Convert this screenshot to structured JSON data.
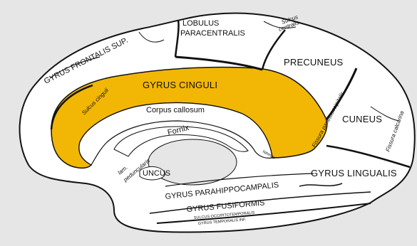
{
  "title": "",
  "colors": {
    "background": "#e6e6e6",
    "brain_fill": "#ffffff",
    "highlight": "#f2b705",
    "outline": "#111111"
  },
  "labels": {
    "gyrus_frontalis_sup": "GYRUS FRONTALIS SUP.",
    "lobulus_paracentralis_1": "LOBULUS",
    "lobulus_paracentralis_2": "PARACENTRALIS",
    "sulcus_centralis_1": "Sulcus",
    "sulcus_centralis_2": "centralis",
    "precuneus": "PRECUNEUS",
    "gyrus_cinguli": "GYRUS CINGULI",
    "sulcus_cinguli": "Sulcus cinguli",
    "fissura_parietooccipitalis": "Fissura parietooccipitalis",
    "corpus_callosum": "Corpus callosum",
    "cuneus": "CUNEUS",
    "fornix": "Fornix",
    "fissura_calcarina": "Fissura calcarina",
    "isthmus": "Isthmus",
    "lam_peduncularis_1": "lam.",
    "lam_peduncularis_2": "peduncularis",
    "uncus": "UNCUS",
    "gyrus_lingualis": "GYRUS LINGUALIS",
    "gyrus_parahippocampalis": "GYRUS PARAHIPPOCAMPALIS",
    "gyrus_fusiformis": "GYRUS FUSIFORMIS",
    "sulcus_temporalis_inf": "SULCUS OCCIPITOTEMPORALIS",
    "gyrus_temporalis_inf": "GYRUS TEMPORALIS INF."
  }
}
